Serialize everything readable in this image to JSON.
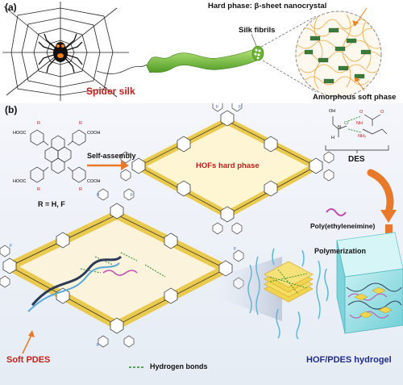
{
  "panel_a": {
    "tag": "(a)",
    "hard_phase_label": "Hard phase: β-sheet nanocrystal",
    "silk_fibrils_label": "Silk fibrils",
    "spider_silk_label": "Spider silk",
    "amorphous_label": "Amorphous soft phase"
  },
  "panel_b": {
    "tag": "(b)",
    "linker_groups": {
      "cooh": "COOH",
      "hooc": "HOOC",
      "r": "R"
    },
    "r_definition": "R = H, F",
    "self_assembly_label": "Self-assembly",
    "hofs_hard_phase_label": "HOFs hard phase",
    "des_label": "DES",
    "des_atoms": {
      "oh": "OH",
      "cl": "Cl",
      "n": "N",
      "h": "H",
      "o": "O",
      "nh": "NH",
      "nh2": "NH₂"
    },
    "pei_label": "Poly(ethyleneimine)",
    "polymerization_label": "Polymerization",
    "soft_pdes_label": "Soft PDES",
    "hydrogen_bonds_label": "Hydrogen bonds",
    "hydrogel_label": "HOF/PDES hydrogel",
    "fluorine_symbol": "F"
  },
  "colors": {
    "red_label": "#c0201c",
    "blue_label": "#1f2a8c",
    "hof_frame": "#e9c846",
    "orange_arrow": "#e8782a",
    "silk_green": "#7fbf3a",
    "hydrogel_cyan": "#8fdbe0"
  }
}
